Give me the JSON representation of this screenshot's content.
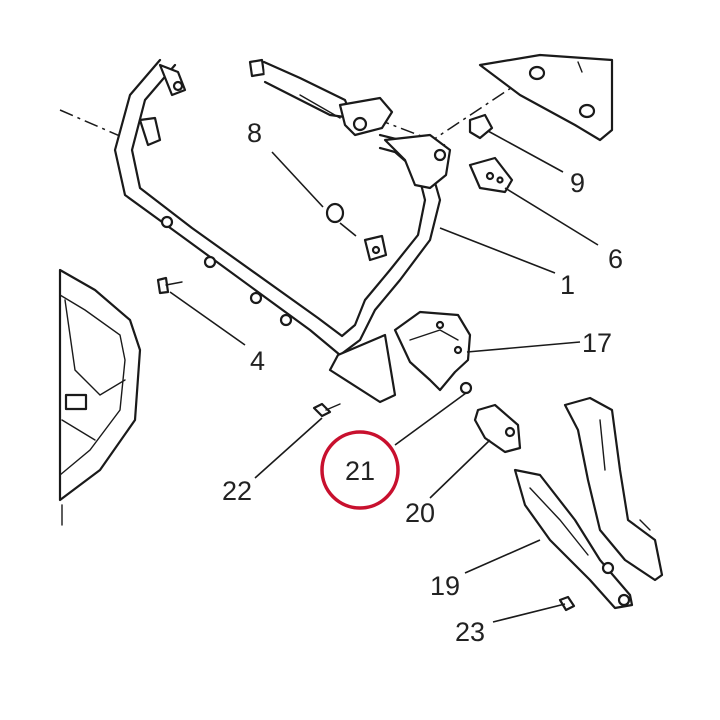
{
  "diagram": {
    "highlight_color": "#c8102e",
    "highlighted_part": "21",
    "callouts": [
      {
        "id": "c1",
        "label": "1"
      },
      {
        "id": "c4",
        "label": "4"
      },
      {
        "id": "c6",
        "label": "6"
      },
      {
        "id": "c8",
        "label": "8"
      },
      {
        "id": "c9",
        "label": "9"
      },
      {
        "id": "c17",
        "label": "17"
      },
      {
        "id": "c19",
        "label": "19"
      },
      {
        "id": "c20",
        "label": "20"
      },
      {
        "id": "c21",
        "label": "21"
      },
      {
        "id": "c22",
        "label": "22"
      },
      {
        "id": "c23",
        "label": "23"
      }
    ]
  }
}
